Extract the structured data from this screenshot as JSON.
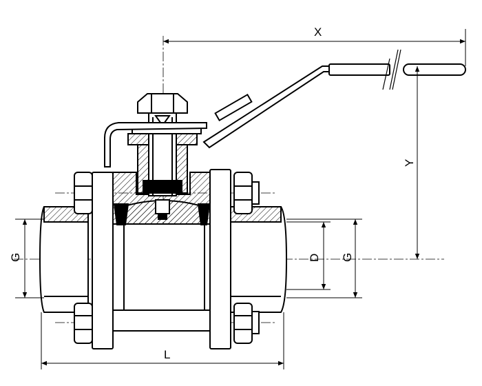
{
  "diagram": {
    "kind": "ball valve technical drawing",
    "line_color": "#000000",
    "hatch_color": "#000000",
    "background": "#ffffff",
    "dimensions": {
      "handle_length": "X",
      "handle_height": "Y",
      "thread_left": "G",
      "thread_right": "G",
      "bore": "D",
      "overall_length": "L"
    }
  }
}
